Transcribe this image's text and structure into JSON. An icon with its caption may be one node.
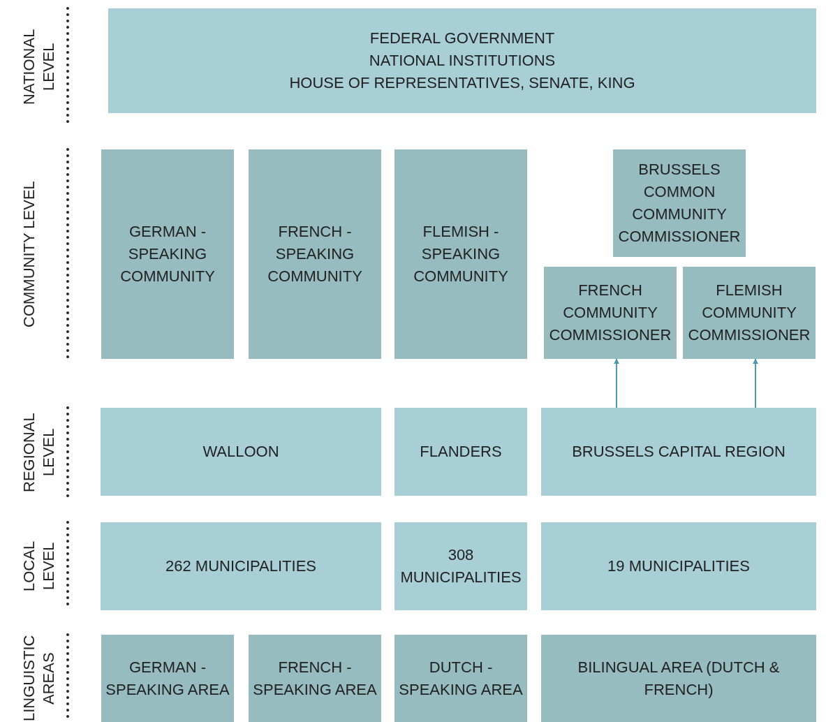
{
  "diagram": {
    "nodes": [
      {
        "text": [
          "FEDERAL GOVERNMENT",
          "NATIONAL INSTITUTIONS",
          "HOUSE OF REPRESENTATIVES, SENATE, KING"
        ]
      },
      {
        "text": [
          "GERMAN - SPEAKING COMMUNITY"
        ]
      },
      {
        "text": [
          "FRENCH - SPEAKING COMMUNITY"
        ]
      },
      {
        "text": [
          "FLEMISH - SPEAKING COMMUNITY"
        ]
      },
      {
        "text": [
          "BRUSSELS COMMON COMMUNITY COMMISSIONER"
        ]
      },
      {
        "text": [
          "FRENCH COMMUNITY COMMISSIONER"
        ]
      },
      {
        "text": [
          "FLEMISH COMMUNITY COMMISSIONER"
        ]
      },
      {
        "text": [
          "WALLOON"
        ]
      },
      {
        "text": [
          "FLANDERS"
        ]
      },
      {
        "text": [
          "BRUSSELS CAPITAL REGION"
        ]
      },
      {
        "text": [
          "262 MUNICIPALITIES"
        ]
      },
      {
        "text": [
          "308 MUNICIPALITIES"
        ]
      },
      {
        "text": [
          "19 MUNICIPALITIES"
        ]
      },
      {
        "text": [
          "GERMAN - SPEAKING AREA"
        ]
      },
      {
        "text": [
          "FRENCH - SPEAKING AREA"
        ]
      },
      {
        "text": [
          "DUTCH - SPEAKING AREA"
        ]
      },
      {
        "text": [
          "BILINGUAL AREA (DUTCH & FRENCH)"
        ]
      }
    ],
    "edges": [
      {
        "from": 9,
        "to": 5,
        "arrow": "to"
      },
      {
        "from": 9,
        "to": 6,
        "arrow": "to"
      }
    ],
    "labels": [
      "NATIONAL LEVEL",
      "COMMUNITY LEVEL",
      "REGIONAL LEVEL",
      "LOCAL LEVEL",
      "LINGUISTIC AREAS"
    ]
  }
}
